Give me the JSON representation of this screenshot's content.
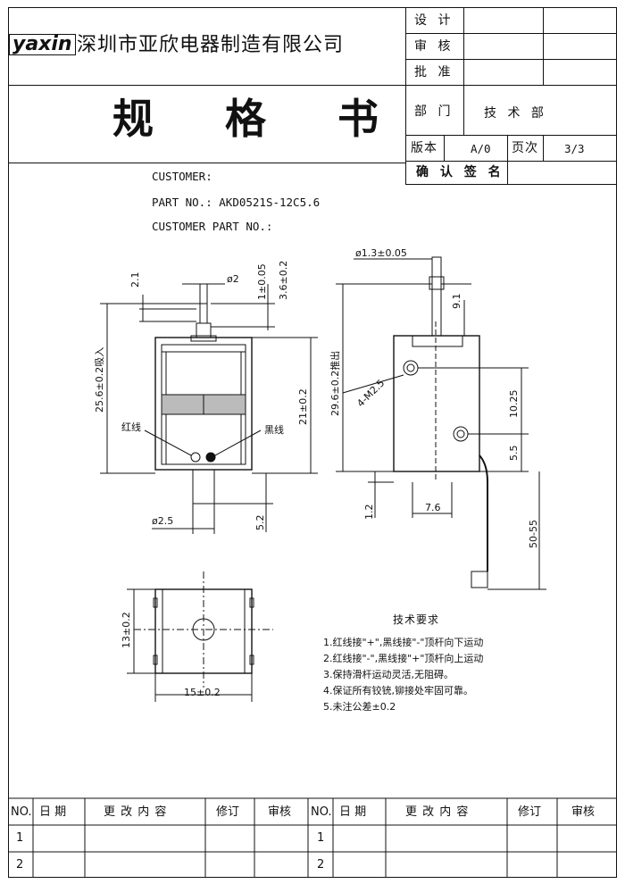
{
  "header": {
    "logo": "yaxin",
    "company": "深圳市亚欣电器制造有限公司",
    "title": "规 格 书",
    "design_label": "设 计",
    "review_label": "审 核",
    "approve_label": "批 准",
    "dept_label": "部 门",
    "dept_value": "技 术 部",
    "version_label": "版本",
    "version_value": "A/0",
    "page_label": "页次",
    "page_value": "3/3",
    "confirm_label": "确 认 签 名"
  },
  "info": {
    "customer": "CUSTOMER:",
    "part_no_label": "PART NO.: ",
    "part_no_value": "AKD0521S-12C5.6",
    "customer_part_no": "CUSTOMER PART NO.:"
  },
  "front_view": {
    "dim_phi2": "ø2",
    "dim_2_1": "2.1",
    "dim_1_0_05": "1±0.05",
    "dim_3_6": "3.6±0.2",
    "dim_25_6": "25.6±0.2吸入",
    "dim_21": "21±0.2",
    "dim_phi2_5": "ø2.5",
    "dim_5_2": "5.2",
    "red_wire": "红线",
    "black_wire": "黑线"
  },
  "side_view": {
    "dim_phi1_3": "ø1.3±0.05",
    "dim_9_1": "9.1",
    "dim_29_6": "29.6±0.2推出",
    "dim_m2_5": "4-M2.5",
    "dim_10_25": "10.25",
    "dim_5_5": "5.5",
    "dim_1_2": "1.2",
    "dim_7_6": "7.6",
    "dim_50_55": "50-55"
  },
  "bottom_view": {
    "dim_13": "13±0.2",
    "dim_15": "15±0.2"
  },
  "tech_requirements": {
    "title": "技术要求",
    "items": [
      "1.红线接\"+\",黑线接\"-\"顶杆向下运动",
      "2.红线接\"-\",黑线接\"+\"顶杆向上运动",
      "3.保持滑杆运动灵活,无阻碍。",
      "4.保证所有铰铳,铆接处牢固可靠。",
      "5.未注公差±0.2"
    ]
  },
  "revision_table": {
    "headers": [
      "NO.",
      "日 期",
      "更 改 内 容",
      "修订",
      "审核",
      "NO.",
      "日 期",
      "更 改 内 容",
      "修订",
      "审核"
    ],
    "rows": [
      [
        "1",
        "1"
      ],
      [
        "2",
        "2"
      ]
    ]
  }
}
